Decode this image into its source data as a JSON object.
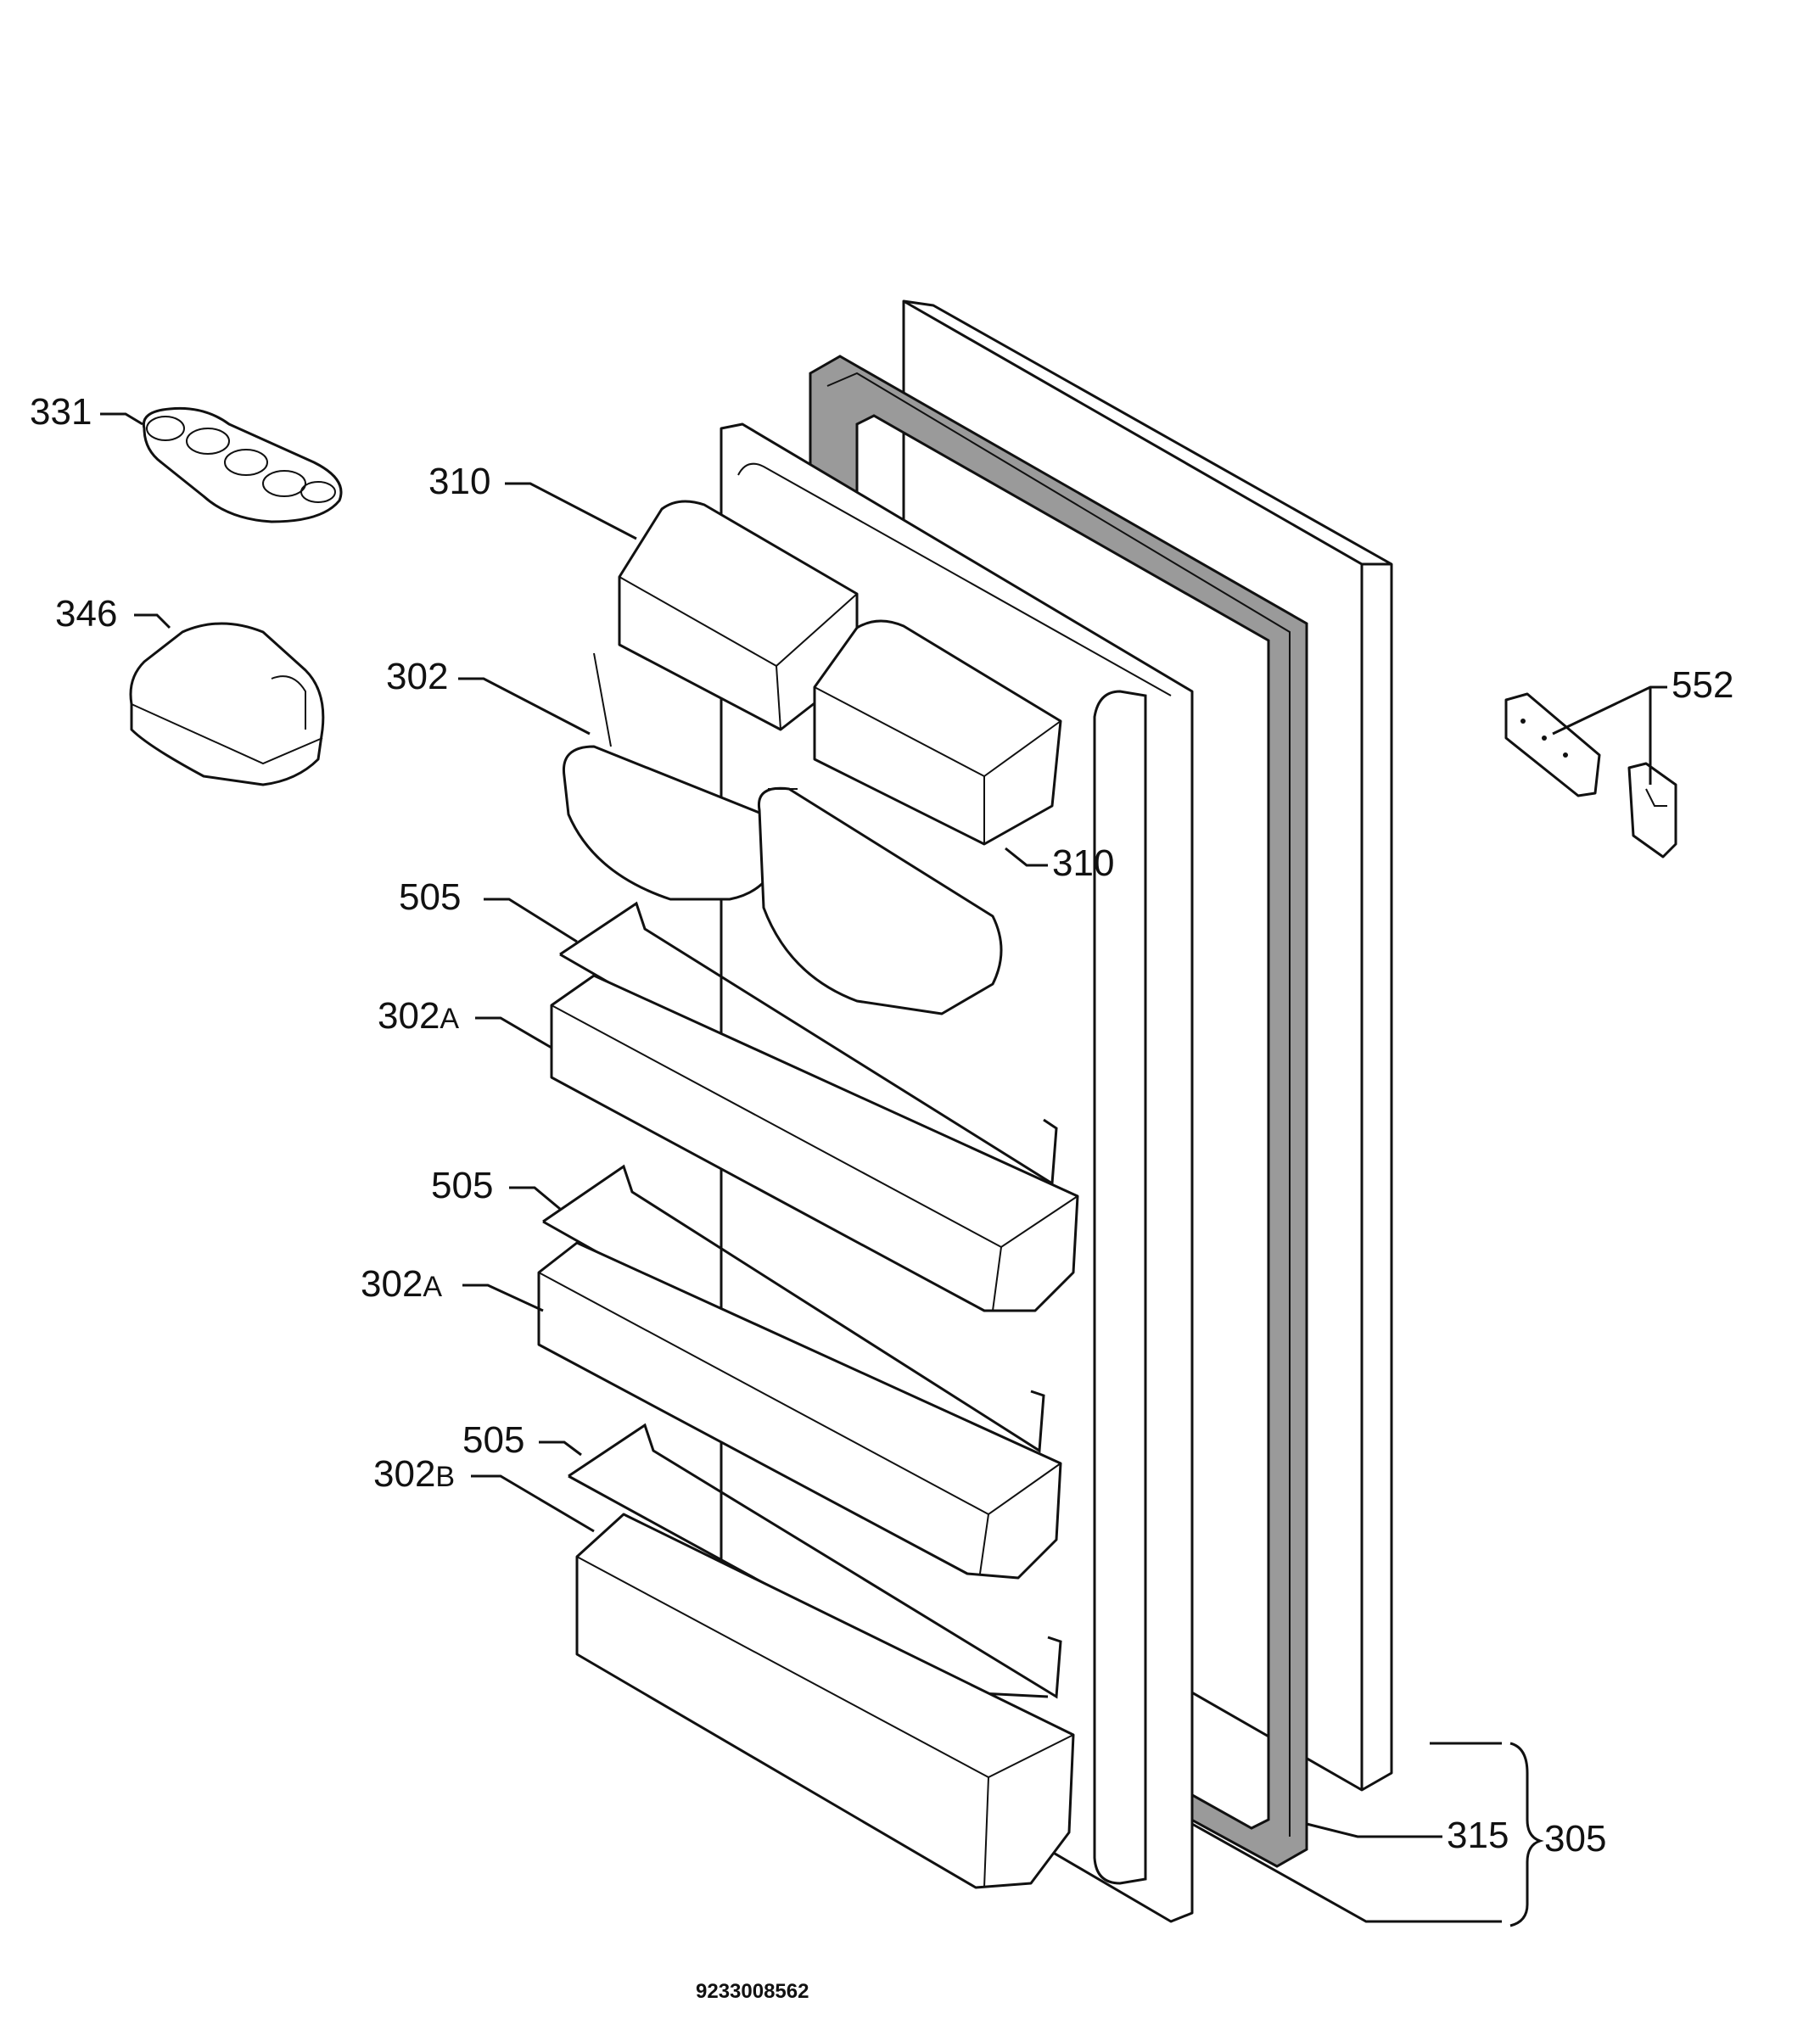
{
  "labels": {
    "l331": "331",
    "l346": "346",
    "l310a": "310",
    "l302": "302",
    "l310b": "310",
    "l505a": "505",
    "l302a1": "302",
    "l302a1_suffix": "A",
    "l505b": "505",
    "l302a2": "302",
    "l302a2_suffix": "A",
    "l505c": "505",
    "l302b": "302",
    "l302b_suffix": "B",
    "l552": "552",
    "l315": "315",
    "l305": "305"
  },
  "drawing_code": "9233008562"
}
